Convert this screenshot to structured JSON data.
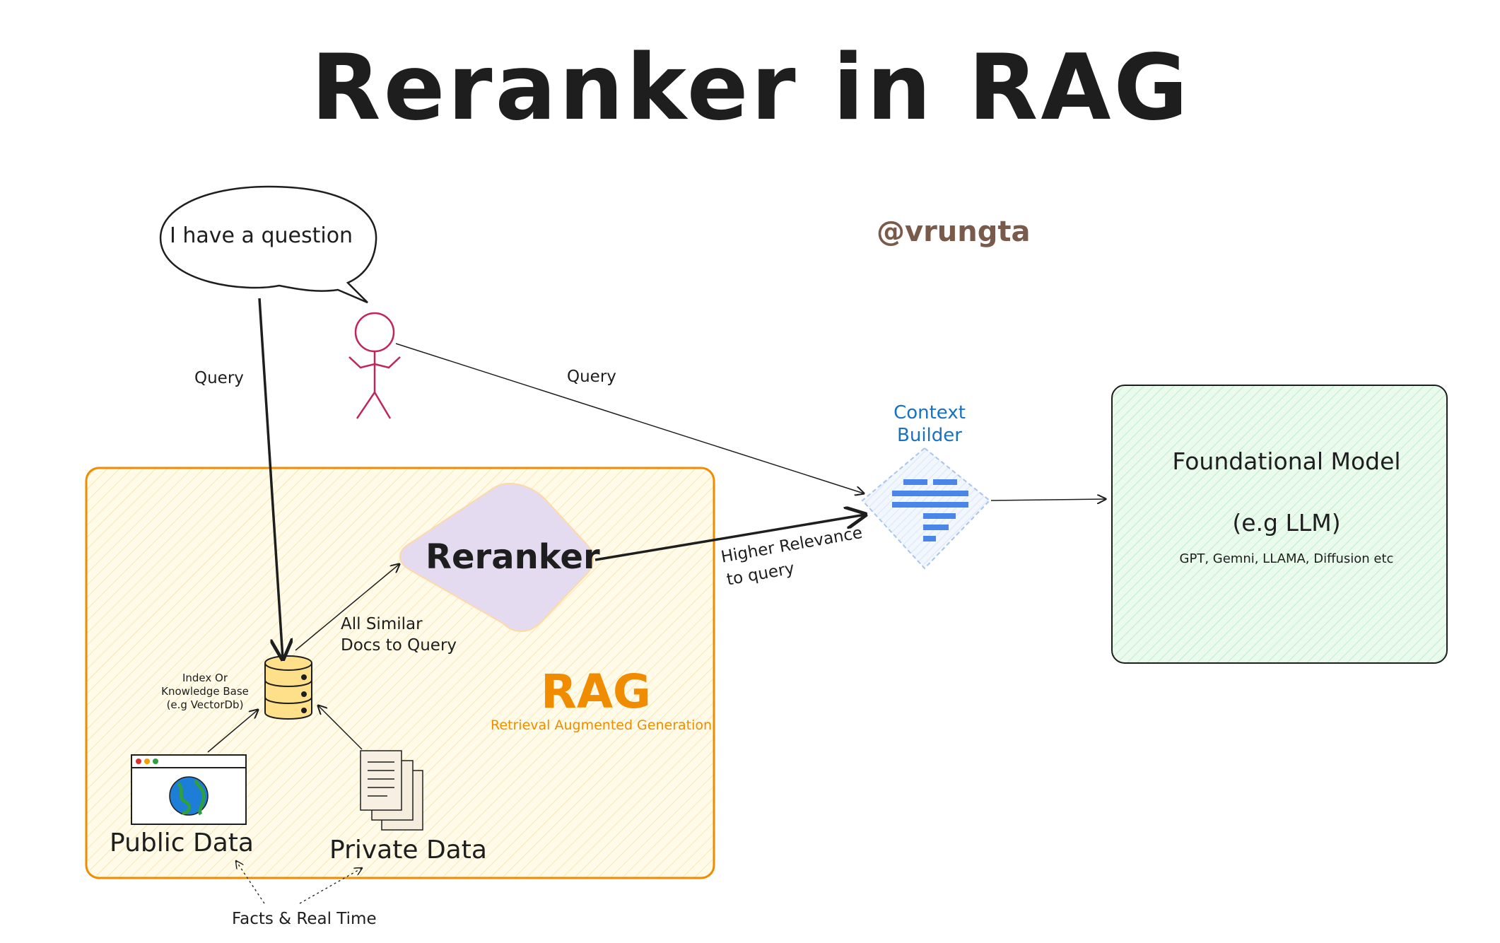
{
  "title": "Reranker in RAG",
  "handle": "@vrungta",
  "speech": "I have a question",
  "edges": {
    "query_left": "Query",
    "query_right": "Query",
    "similar_line1": "All Similar",
    "similar_line2": "Docs to Query",
    "relevance_line1": "Higher Relevance",
    "relevance_line2": "to query",
    "facts": "Facts & Real Time"
  },
  "nodes": {
    "context_builder": "Context Builder",
    "reranker": "Reranker",
    "rag": "RAG",
    "rag_sub": "Retrieval Augmented Generation",
    "index": "Index Or Knowledge Base (e.g VectorDb)",
    "public_data": "Public Data",
    "private_data": "Private Data"
  },
  "model": {
    "title": "Foundational Model",
    "subtitle": "(e.g LLM)",
    "examples": "GPT, Gemni, LLAMA, Diffusion etc"
  },
  "colors": {
    "rag_border": "#f08c00",
    "rag_fill": "#fff9db",
    "reranker_fill": "#e5dbf0",
    "model_fill": "#d3f9d8",
    "person": "#c2255c",
    "context_blue": "#4a86e8",
    "db_fill": "#ffe08a"
  },
  "icons": [
    "speech-bubble-icon",
    "person-icon",
    "filter-icon",
    "database-icon",
    "browser-globe-icon",
    "documents-icon"
  ]
}
